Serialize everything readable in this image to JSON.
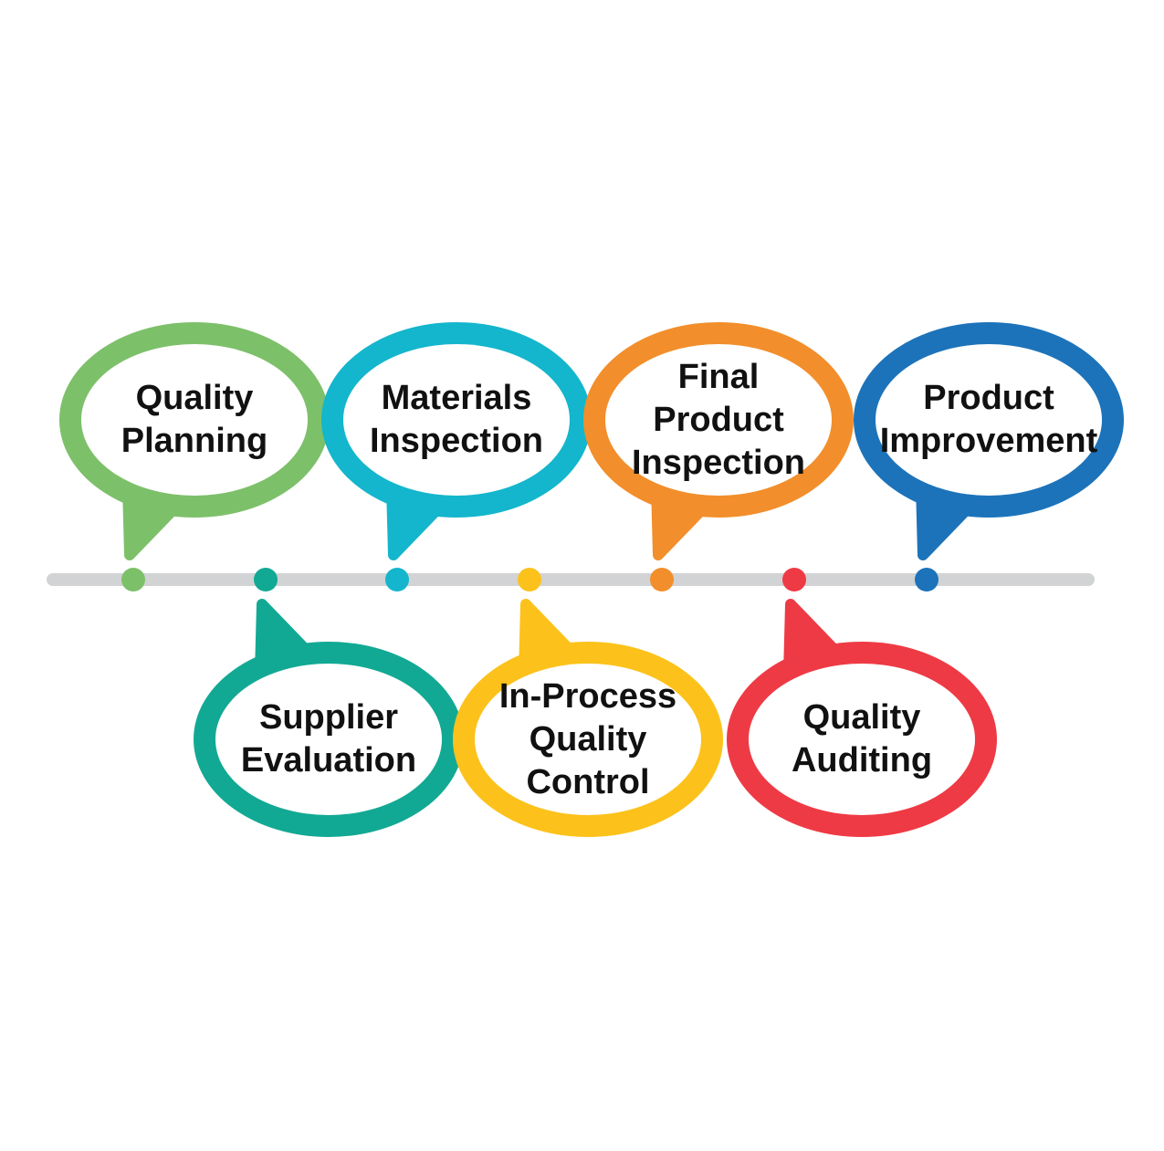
{
  "steps": [
    {
      "lines": [
        "Quality",
        "Planning"
      ],
      "color": "#7DC06A",
      "position": "above"
    },
    {
      "lines": [
        "Supplier",
        "Evaluation"
      ],
      "color": "#12A994",
      "position": "below"
    },
    {
      "lines": [
        "Materials",
        "Inspection"
      ],
      "color": "#13B6CC",
      "position": "above"
    },
    {
      "lines": [
        "In-Process",
        "Quality",
        "Control"
      ],
      "color": "#FCC21B",
      "position": "below"
    },
    {
      "lines": [
        "Final",
        "Product",
        "Inspection"
      ],
      "color": "#F28E2B",
      "position": "above"
    },
    {
      "lines": [
        "Quality",
        "Auditing"
      ],
      "color": "#EE3A45",
      "position": "below"
    },
    {
      "lines": [
        "Product",
        "Improvement"
      ],
      "color": "#1C73BA",
      "position": "above"
    }
  ],
  "timeline_color": "#D1D3D4"
}
